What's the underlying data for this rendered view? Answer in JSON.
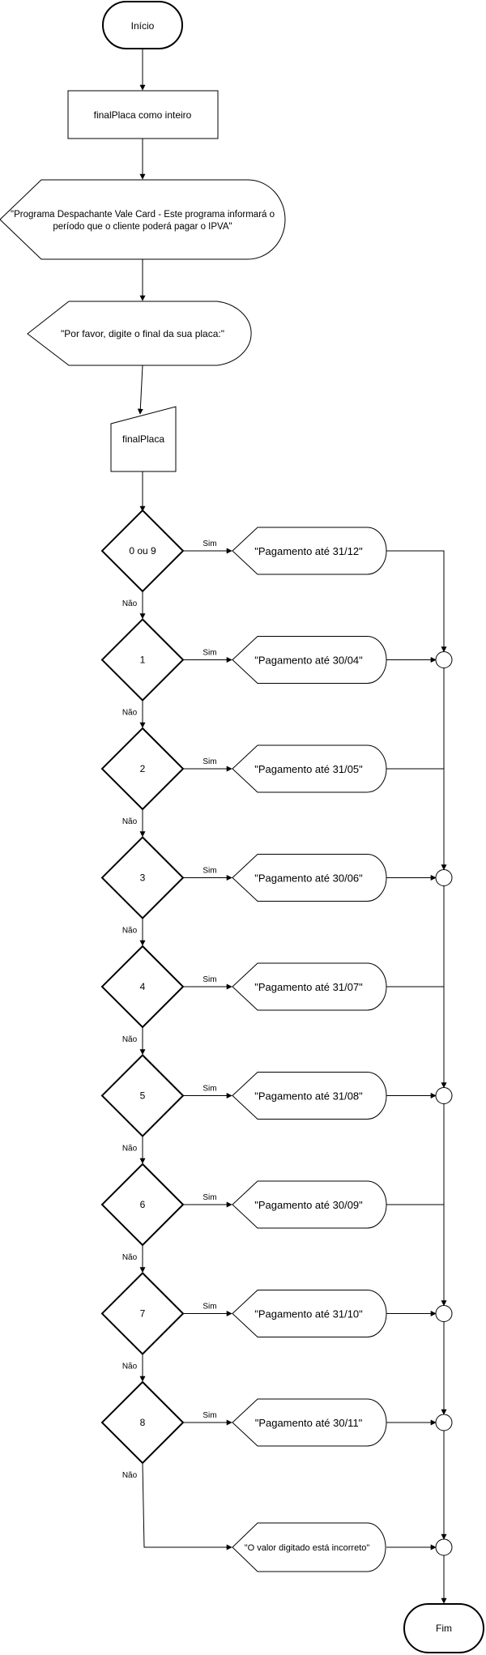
{
  "start": "Início",
  "declare": "finalPlaca como inteiro",
  "intro": {
    "line1": "\"Programa Despachante Vale Card - Este programa informará o",
    "line2": "período que o cliente poderá pagar o IPVA\""
  },
  "prompt": "\"Por favor, digite o final da sua placa:\"",
  "input": "finalPlaca",
  "yes_label": "Sim",
  "no_label": "Não",
  "decisions": [
    {
      "label": "0 ou 9",
      "output": "\"Pagamento até 31/12\""
    },
    {
      "label": "1",
      "output": "\"Pagamento até 30/04\""
    },
    {
      "label": "2",
      "output": "\"Pagamento até 31/05\""
    },
    {
      "label": "3",
      "output": "\"Pagamento até 30/06\""
    },
    {
      "label": "4",
      "output": "\"Pagamento até 31/07\""
    },
    {
      "label": "5",
      "output": "\"Pagamento até 31/08\""
    },
    {
      "label": "6",
      "output": "\"Pagamento até 30/09\""
    },
    {
      "label": "7",
      "output": "\"Pagamento até 31/10\""
    },
    {
      "label": "8",
      "output": "\"Pagamento até 30/11\""
    }
  ],
  "error": "\"O valor digitado está incorreto\"",
  "end": "Fim"
}
